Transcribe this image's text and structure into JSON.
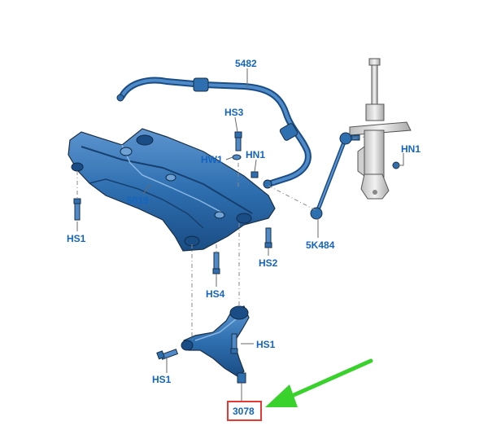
{
  "callouts": {
    "stabilizer_bar": "5482",
    "bolt_hs3": "HS3",
    "washer_hw1": "HW1",
    "nut_hn1_bar": "HN1",
    "nut_hn1_strut": "HN1",
    "subframe": "5019",
    "bolt_hs1_left": "HS1",
    "bolt_hs2": "HS2",
    "stabilizer_link": "5K484",
    "bolt_hs4": "HS4",
    "bolt_hs1_arm_right": "HS1",
    "bolt_hs1_arm_left": "HS1",
    "lower_arm": "3078"
  },
  "colors": {
    "part_fill": "#2e6fb0",
    "part_dark": "#1a4d85",
    "part_light": "#6fa3d6",
    "label": "#1565c0",
    "highlight_box": "#e53935",
    "arrow": "#39d12c",
    "strut": "#d9d9d9"
  }
}
